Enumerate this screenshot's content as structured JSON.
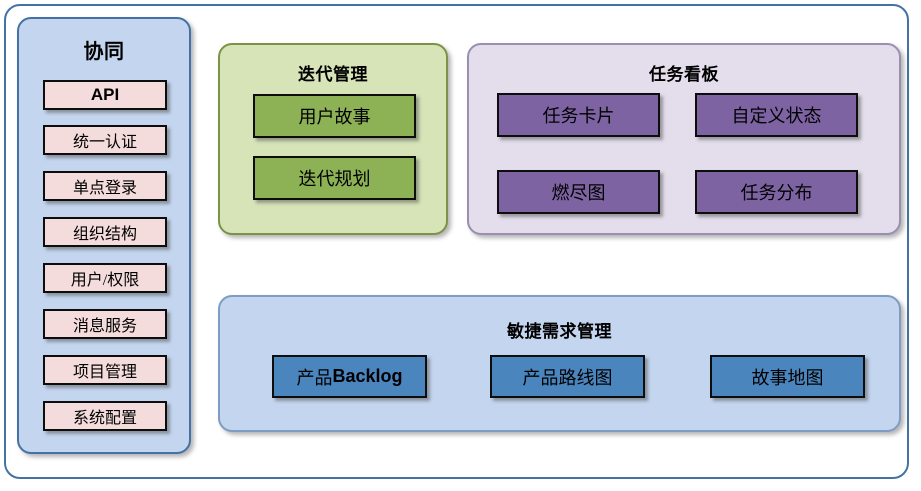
{
  "diagram": {
    "title": "",
    "colors": {
      "frame_border": "#4472A4",
      "sidebar_bg": "#C4D6EF",
      "sidebar_item_bg": "#F4DCDC",
      "iteration_bg": "#D7E4B8",
      "iteration_item_bg": "#8DB155",
      "taskboard_bg": "#E4DEEC",
      "taskboard_item_bg": "#7E63A3",
      "agile_bg": "#C4D6EF",
      "agile_item_bg": "#4A85BE",
      "item_border": "#0d0d0d"
    }
  },
  "sidebar": {
    "title": "协同",
    "items": [
      {
        "label": "API"
      },
      {
        "label": "统一认证"
      },
      {
        "label": "单点登录"
      },
      {
        "label": "组织结构"
      },
      {
        "label": "用户/权限"
      },
      {
        "label": "消息服务"
      },
      {
        "label": "项目管理"
      },
      {
        "label": "系统配置"
      }
    ]
  },
  "iteration": {
    "title": "迭代管理",
    "items": [
      {
        "label": "用户故事"
      },
      {
        "label": "迭代规划"
      }
    ]
  },
  "taskboard": {
    "title": "任务看板",
    "items": [
      {
        "label": "任务卡片"
      },
      {
        "label": "自定义状态"
      },
      {
        "label": "燃尽图"
      },
      {
        "label": "任务分布"
      }
    ]
  },
  "agile": {
    "title": "敏捷需求管理",
    "items": [
      {
        "label_prefix": "产品",
        "label_latin": "Backlog",
        "label": "产品Backlog"
      },
      {
        "label": "产品路线图"
      },
      {
        "label": "故事地图"
      }
    ]
  }
}
